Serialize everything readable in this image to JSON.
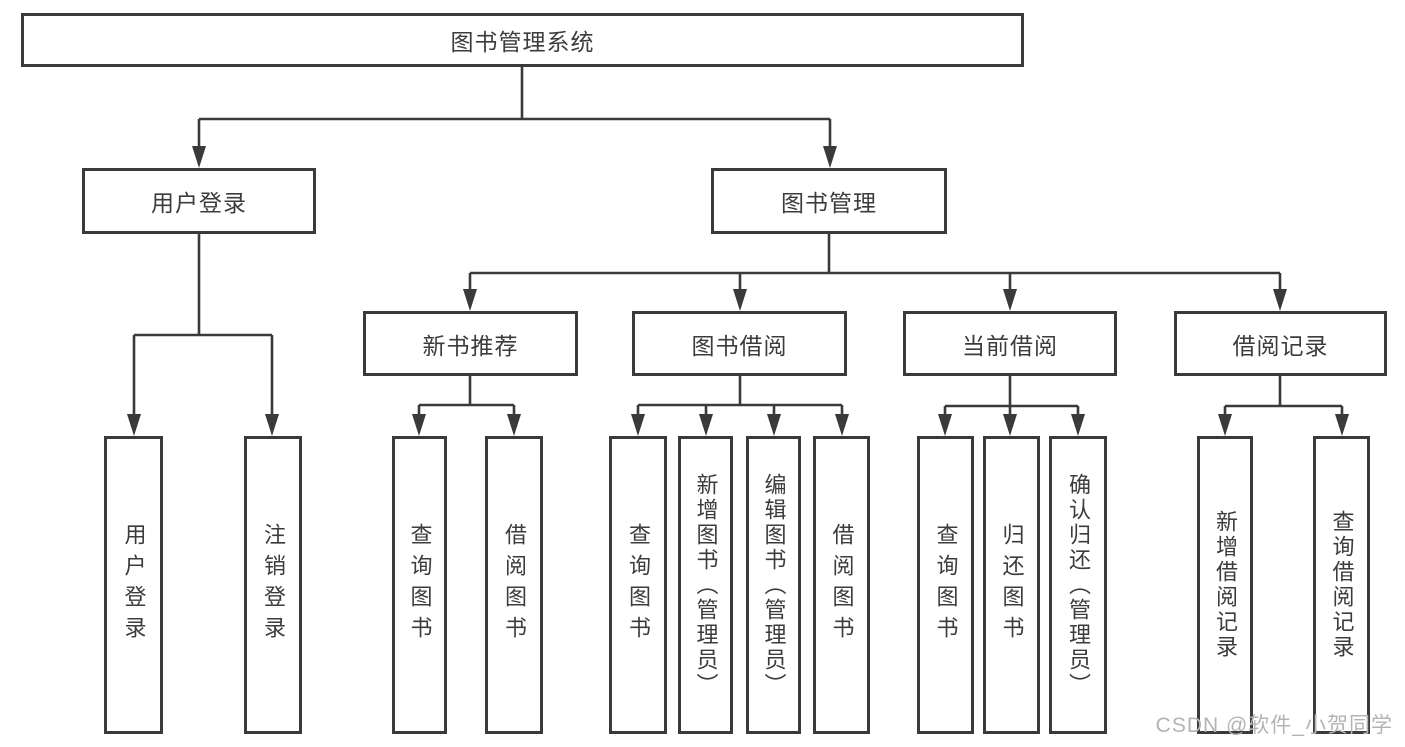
{
  "diagram": {
    "title": "图书管理系统",
    "nodes": {
      "root": "图书管理系统",
      "user_login": "用户登录",
      "book_mgmt": "图书管理",
      "new_book_rec": "新书推荐",
      "book_borrow": "图书借阅",
      "current_borrow": "当前借阅",
      "borrow_record": "借阅记录",
      "ul_user_login": "用户登录",
      "ul_logout": "注销登录",
      "nb_query_book": "查询图书",
      "nb_borrow_book": "借阅图书",
      "bb_query_book": "查询图书",
      "bb_add_book": "新增图书（管理员）",
      "bb_edit_book": "编辑图书（管理员）",
      "bb_borrow_book": "借阅图书",
      "cb_query_book": "查询图书",
      "cb_return_book": "归还图书",
      "cb_confirm_return": "确认归还（管理员）",
      "br_add_record": "新增借阅记录",
      "br_query_record": "查询借阅记录"
    },
    "colors": {
      "line": "#3a3a3a",
      "text": "#3c3c3c",
      "box_background": "#ffffff",
      "watermark": "#b4b4b4"
    }
  },
  "watermark": "CSDN @软件_小贺同学"
}
